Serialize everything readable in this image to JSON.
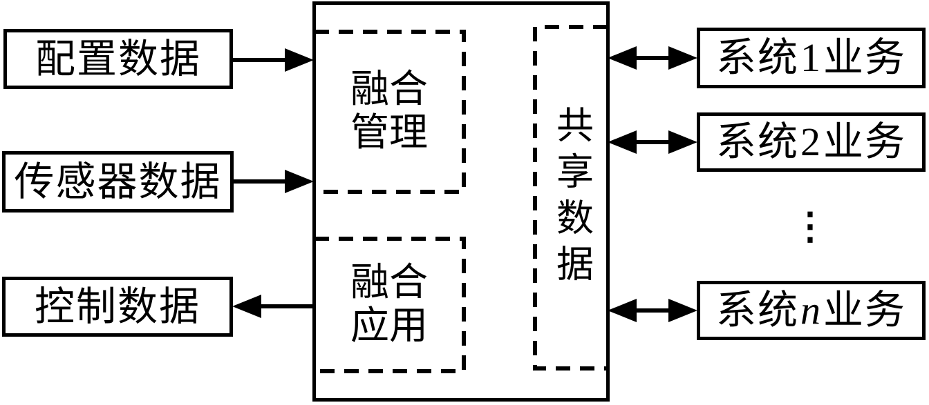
{
  "figure": {
    "background": "#ffffff",
    "stroke_color": "#000000",
    "left_inputs": [
      {
        "label": "配置数据"
      },
      {
        "label": "传感器数据"
      },
      {
        "label": "控制数据"
      }
    ],
    "center": {
      "fusion_management": "融合管理",
      "fusion_application": "融合应用",
      "shared_data": "共享数据"
    },
    "right_systems": [
      {
        "prefix": "系统",
        "id": "1",
        "suffix": "业务"
      },
      {
        "prefix": "系统",
        "id": "2",
        "suffix": "业务"
      },
      {
        "prefix": "系统",
        "id": "n",
        "suffix": "业务"
      }
    ],
    "ellipsis": "⋮"
  }
}
